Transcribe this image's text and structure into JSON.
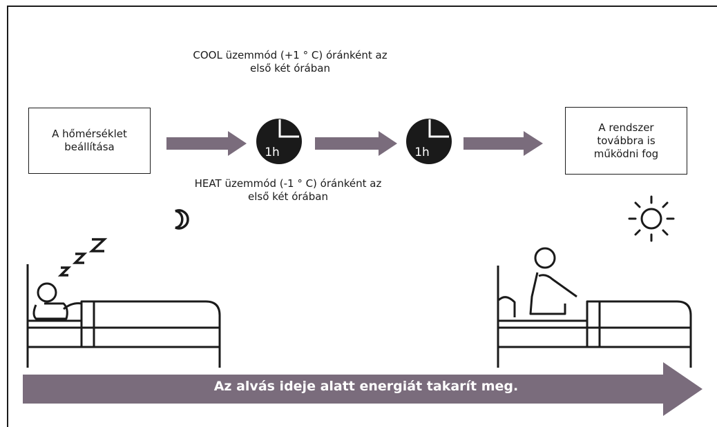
{
  "start_box": {
    "label": "A hőmérséklet\nbeállítása"
  },
  "end_box": {
    "label": "A rendszer\ntovábbra is\nműködni fog"
  },
  "cool_note": "COOL üzemmód (+1 ° C) óránként az\nelső két órában",
  "heat_note": "HEAT üzemmód (-1 ° C) óránként az\nelső két órában",
  "clocks": [
    {
      "label": "1h"
    },
    {
      "label": "1h"
    }
  ],
  "banner": {
    "text": "Az alvás ideje alatt energiát takarít meg.",
    "color": "#7a6c7c"
  },
  "arrow_color": "#7a6c7c",
  "clock_color": "#1a1a1a",
  "icons": [
    "moon-icon",
    "sun-icon",
    "sleeping-person-icon",
    "waking-person-icon",
    "zzz-icon"
  ]
}
